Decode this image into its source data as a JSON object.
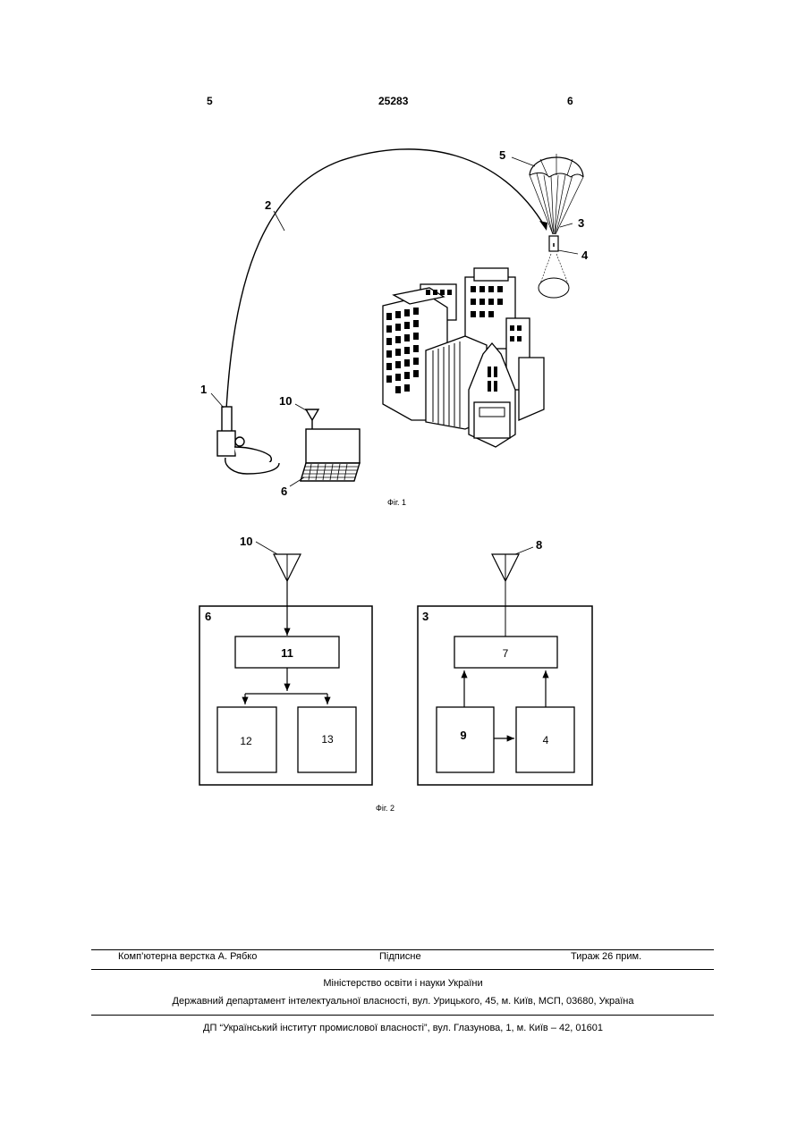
{
  "header": {
    "col_left": "5",
    "patent_number": "25283",
    "col_right": "6"
  },
  "fig1": {
    "caption": "Фіг. 1",
    "labels": {
      "l1": "1",
      "l2": "2",
      "l3": "3",
      "l4": "4",
      "l5": "5",
      "l6": "6",
      "l10": "10"
    }
  },
  "fig2": {
    "caption": "Фіг. 2",
    "left": {
      "antenna": "10",
      "block": "6",
      "b11": "11",
      "b12": "12",
      "b13": "13"
    },
    "right": {
      "antenna": "8",
      "block": "3",
      "b7": "7",
      "b9": "9",
      "b4": "4"
    }
  },
  "footer": {
    "layout_by": "Комп’ютерна верстка А. Рябко",
    "signed": "Підписне",
    "circulation": "Тираж 26 прим.",
    "ministry": "Міністерство освіти і науки України",
    "department": "Державний департамент інтелектуальної власності, вул. Урицького, 45, м. Київ, МСП, 03680, Україна",
    "institute": "ДП “Український інститут промислової власності”, вул. Глазунова, 1, м. Київ – 42, 01601"
  }
}
